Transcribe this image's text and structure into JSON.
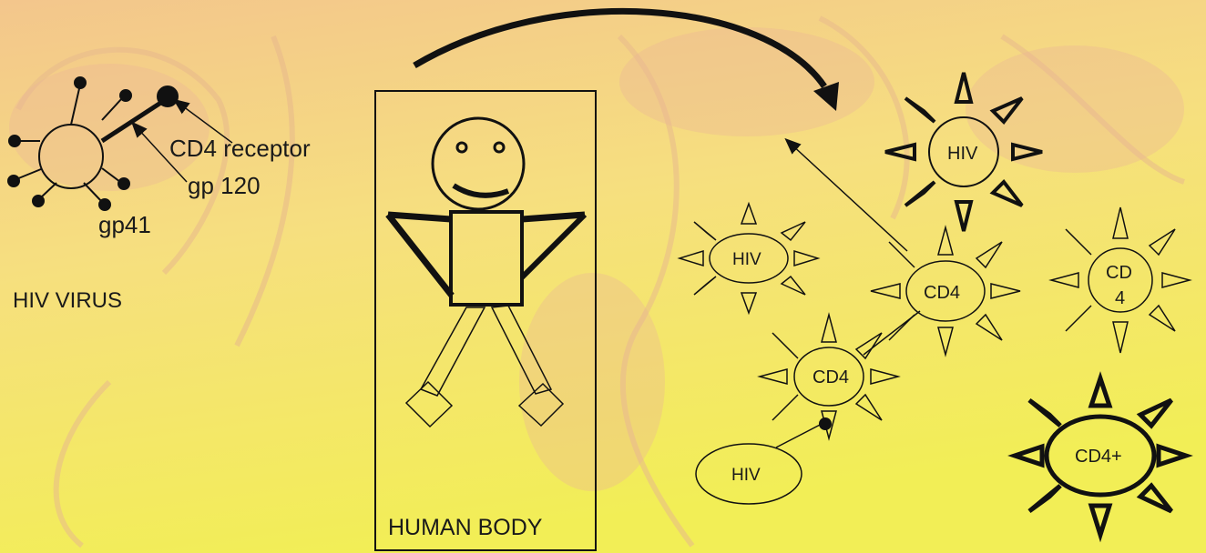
{
  "colors": {
    "background_top": "#f2c98a",
    "background_mid": "#f6e07a",
    "background_bottom": "#f3ec5a",
    "ink": "#111111"
  },
  "virus": {
    "label": "HIV VIRUS",
    "cd4_receptor_label": "CD4 receptor",
    "gp120_label": "gp 120",
    "gp41_label": "gp41"
  },
  "body": {
    "label": "HUMAN BODY"
  },
  "cells": {
    "hiv_large_label": "HIV",
    "hiv_small_label": "HIV",
    "cd4_right_label": "CD4",
    "cd4_center_label": "CD4",
    "cd4_lower_label": "CD4",
    "cd4_plus_label": "CD4+",
    "hiv_free_label": "HIV"
  }
}
